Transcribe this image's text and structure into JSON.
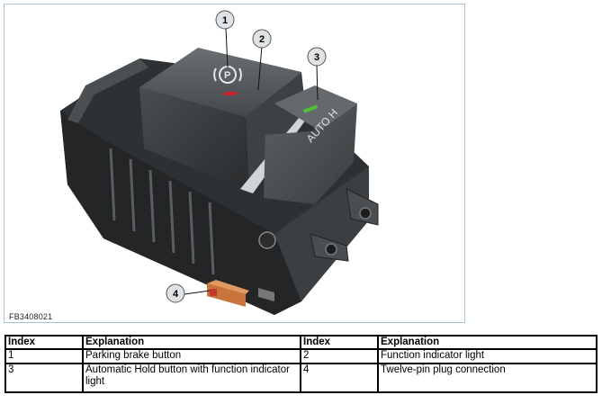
{
  "figure": {
    "id_label": "FB3408021",
    "callouts": [
      "1",
      "2",
      "3",
      "4"
    ],
    "button_text": "AUTO H",
    "colors": {
      "housing": "#3a3d3f",
      "housing_dark": "#1f2122",
      "button": "#4e5355",
      "callout_fill": "#dfe3e6",
      "indicator_red": "#c8242a",
      "indicator_green": "#4fbf3a",
      "plug": "#c9743a"
    }
  },
  "legend": {
    "headers": [
      "Index",
      "Explanation",
      "Index",
      "Explanation"
    ],
    "rows": [
      [
        "1",
        "Parking brake button",
        "2",
        "Function indicator light"
      ],
      [
        "3",
        "Automatic Hold button with function indicator light",
        "4",
        "Twelve-pin plug connection"
      ]
    ]
  }
}
